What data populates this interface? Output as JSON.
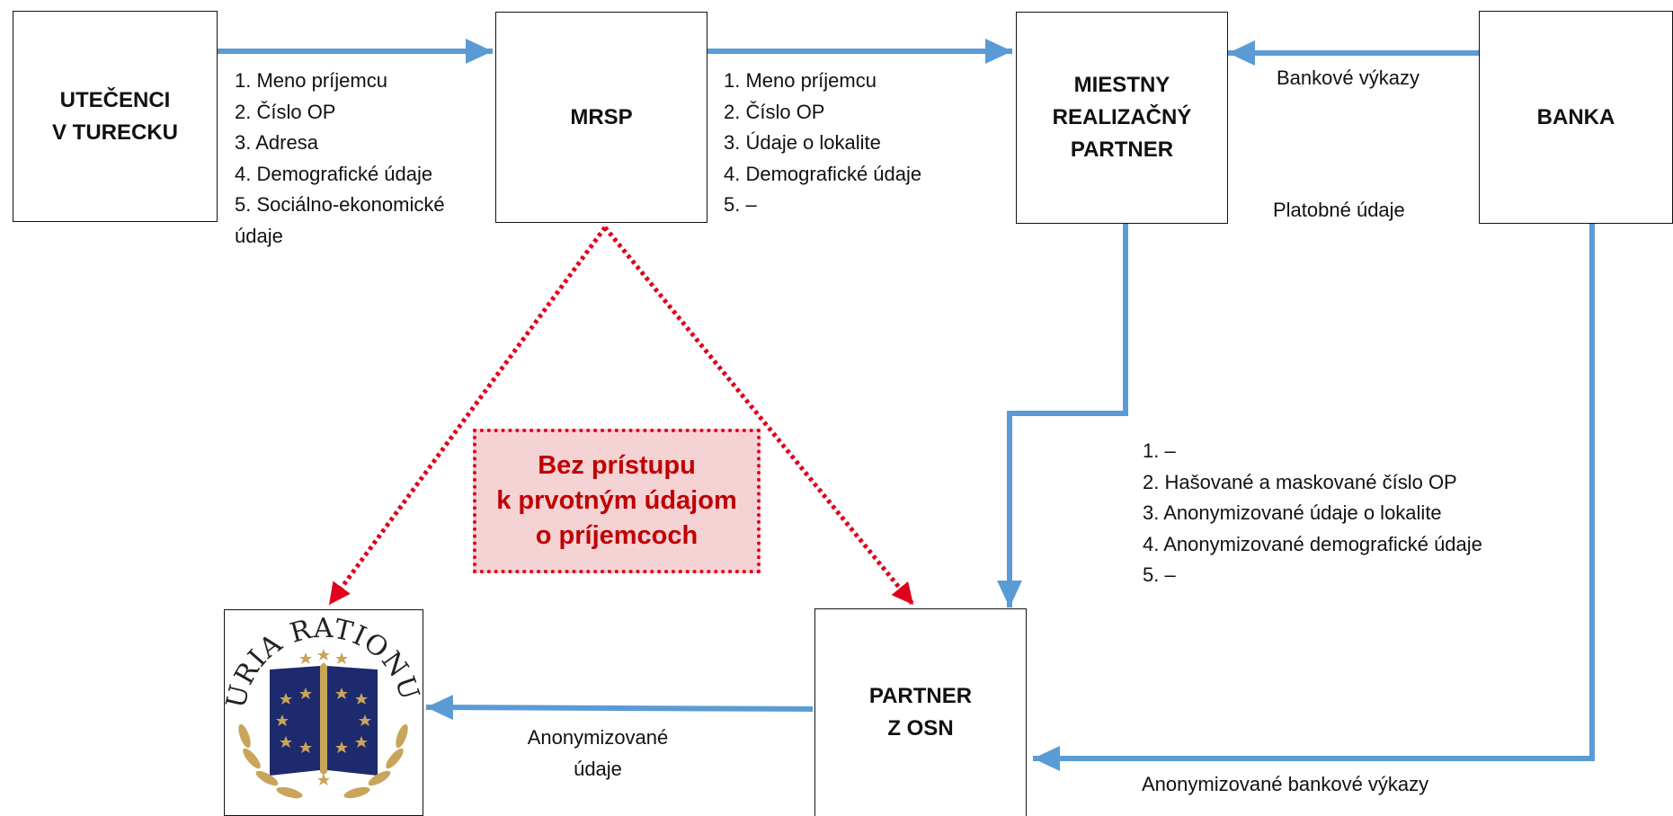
{
  "nodes": {
    "refugees": [
      "UTEČENCI",
      "V TURECKU"
    ],
    "mrsp": [
      "MRSP"
    ],
    "local_partner": [
      "MIESTNY",
      "REALIZAČNÝ",
      "PARTNER"
    ],
    "bank": [
      "BANKA"
    ],
    "un_partner": [
      "PARTNER",
      "Z OSN"
    ]
  },
  "edges": {
    "refugees_to_mrsp": [
      "1. Meno príjemcu",
      "2. Číslo OP",
      "3. Adresa",
      "4. Demografické údaje",
      "5. Sociálno-ekonomické",
      "údaje"
    ],
    "mrsp_to_local": [
      "1. Meno príjemcu",
      "2. Číslo OP",
      "3. Údaje o lokalite",
      "4. Demografické údaje",
      "5. –"
    ],
    "bank_to_local": "Bankové výkazy",
    "payment": "Platobné údaje",
    "local_to_un": [
      "1. –",
      "2. Hašované a maskované číslo OP",
      "3. Anonymizované údaje o lokalite",
      "4. Anonymizované demografické údaje",
      "5. –"
    ],
    "un_to_court": [
      "Anonymizované",
      "údaje"
    ],
    "bank_to_un": "Anonymizované bankové výkazy"
  },
  "warning": [
    "Bez prístupu",
    "k prvotným údajom",
    "o príjemcoch"
  ],
  "logo": {
    "text": "CURIA RATIONUM",
    "icon": "eca-open-book-with-stars-logo"
  },
  "colors": {
    "arrow": "#5b9bd5",
    "dotted_arrow": "#e0001b",
    "warning_text": "#c00000",
    "warning_fill": "#f5d2d4",
    "logo_blue": "#1d2a6e",
    "logo_gold": "#c9a55b"
  }
}
